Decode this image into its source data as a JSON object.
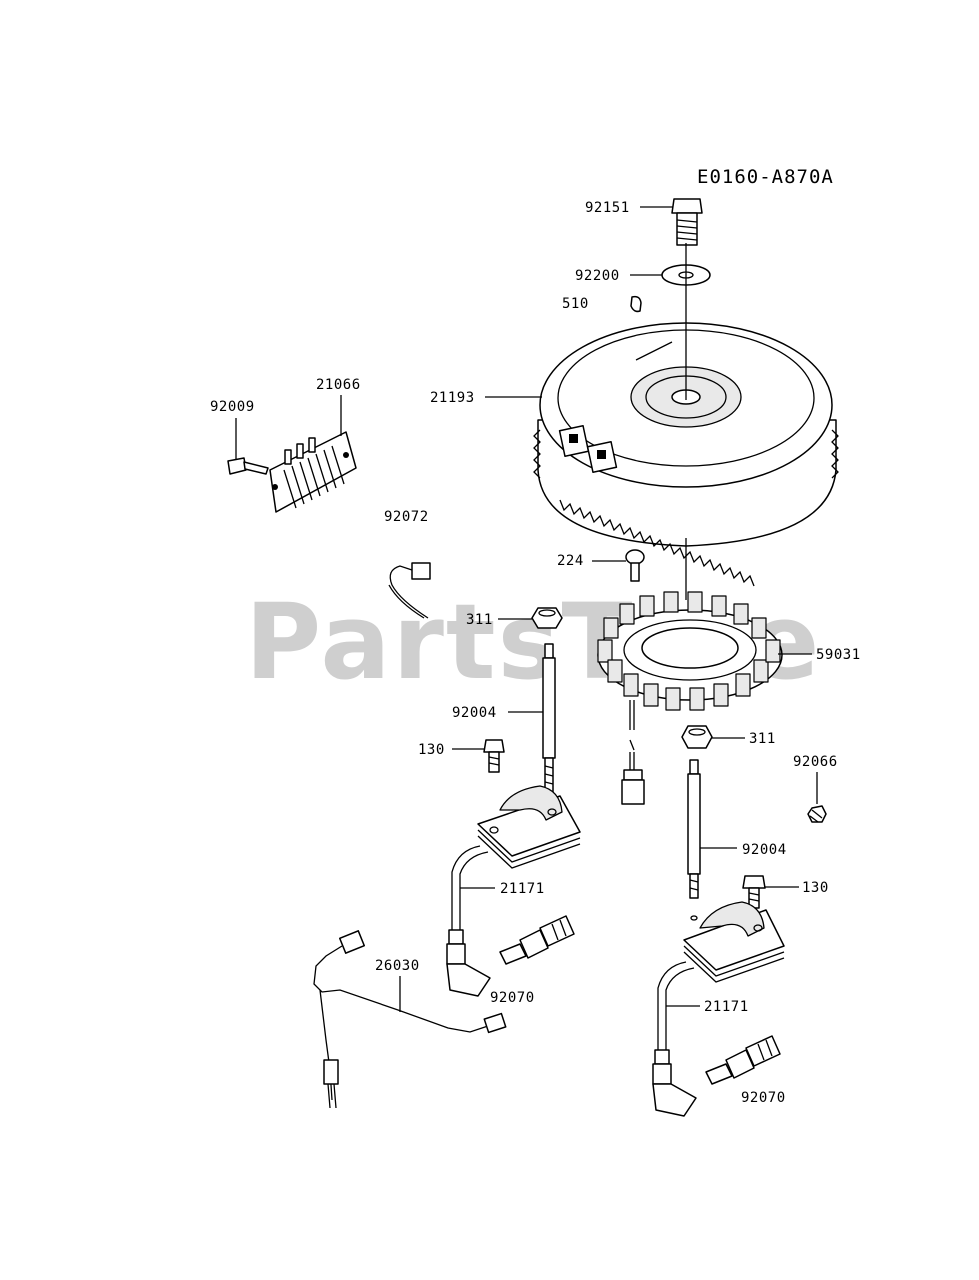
{
  "diagram_code": "E0160-A870A",
  "watermark": "PartsTree",
  "labels": {
    "p92151": "92151",
    "p92200": "92200",
    "p510": "510",
    "p21193": "21193",
    "p21066": "21066",
    "p92009": "92009",
    "p92072": "92072",
    "p224": "224",
    "p311a": "311",
    "p59031": "59031",
    "p92004a": "92004",
    "p130a": "130",
    "p311b": "311",
    "p92066": "92066",
    "p92004b": "92004",
    "p130b": "130",
    "p21171a": "21171",
    "p26030": "26030",
    "p92070a": "92070",
    "p21171b": "21171",
    "p92070b": "92070"
  }
}
